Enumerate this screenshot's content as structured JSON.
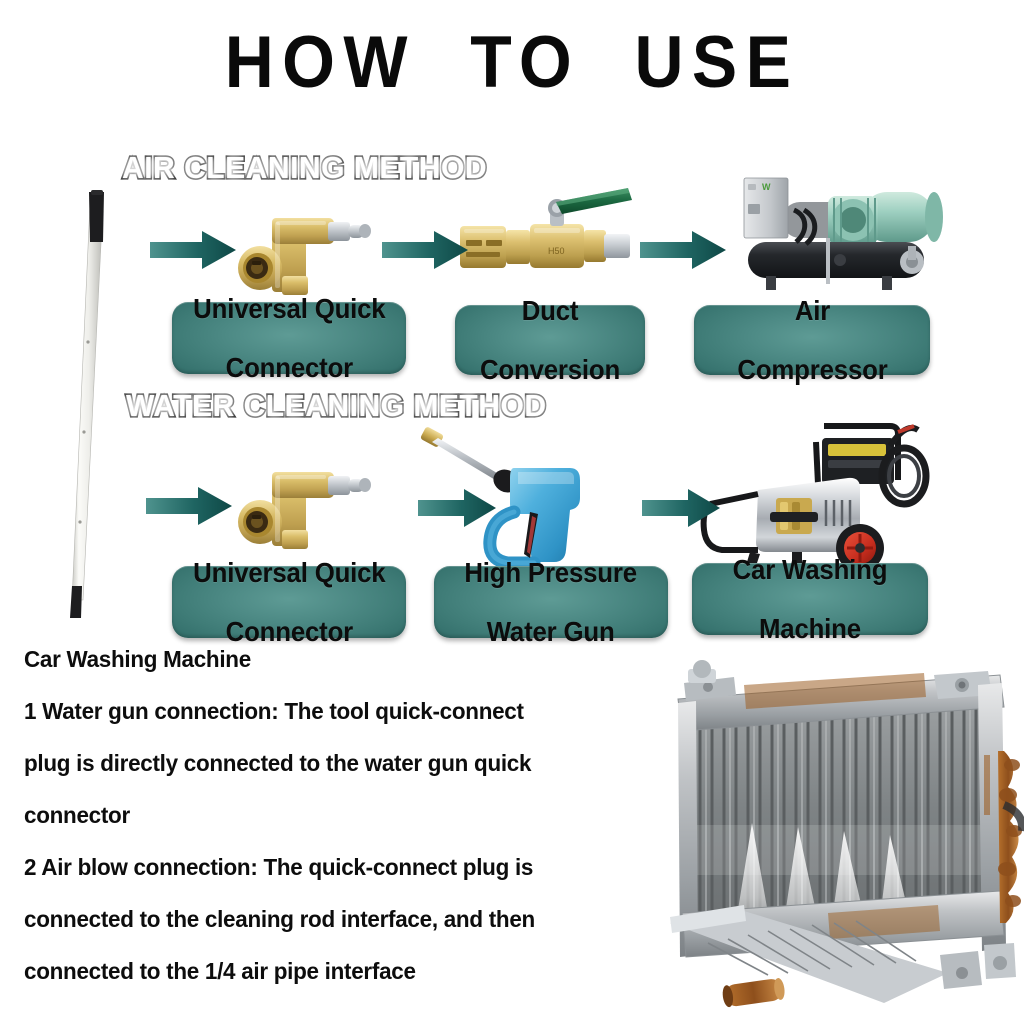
{
  "title": "HOW  TO  USE",
  "sections": [
    {
      "id": "air",
      "header": "AIR CLEANING METHOD"
    },
    {
      "id": "water",
      "header": "WATER CLEANING METHOD"
    }
  ],
  "air_method": {
    "header": "AIR CLEANING METHOD",
    "steps": [
      {
        "label": "Universal Quick\nConnector",
        "label_line1": "Universal Quick",
        "label_line2": "Connector",
        "image": "brass-quick-connector"
      },
      {
        "label": "Duct\nConversion",
        "label_line1": "Duct",
        "label_line2": "Conversion",
        "image": "brass-ball-valve-green-handle"
      },
      {
        "label": "Air\nCompressor",
        "label_line1": "Air",
        "label_line2": "Compressor",
        "image": "industrial-air-compressor-chiller"
      }
    ]
  },
  "water_method": {
    "header": "WATER CLEANING METHOD",
    "steps": [
      {
        "label_line1": "Universal Quick",
        "label_line2": "Connector",
        "image": "brass-quick-connector"
      },
      {
        "label_line1": "High Pressure",
        "label_line2": "Water Gun",
        "image": "blue-high-pressure-water-gun"
      },
      {
        "label_line1": "Car Washing",
        "label_line2": "Machine",
        "image": "pressure-washer-machine"
      }
    ]
  },
  "tool": {
    "image": "cleaning-rod-wand"
  },
  "instructions": {
    "heading": "Car Washing Machine",
    "lines": [
      "1 Water gun connection: The tool quick-connect",
      "plug is directly connected to the water gun quick",
      "connector",
      "2 Air blow connection: The quick-connect plug is",
      "connected to the cleaning rod interface, and then",
      "connected to the 1/4 air pipe interface"
    ]
  },
  "photo_radiator": {
    "image": "car-radiator-being-washed"
  },
  "colors": {
    "teal_light": "#5e9b95",
    "teal_mid": "#4d8a85",
    "teal_dark": "#2f6b67",
    "arrow_light": "#4f938e",
    "arrow_dark": "#0f4a48",
    "text_black": "#0c0c0c",
    "background": "#ffffff"
  }
}
